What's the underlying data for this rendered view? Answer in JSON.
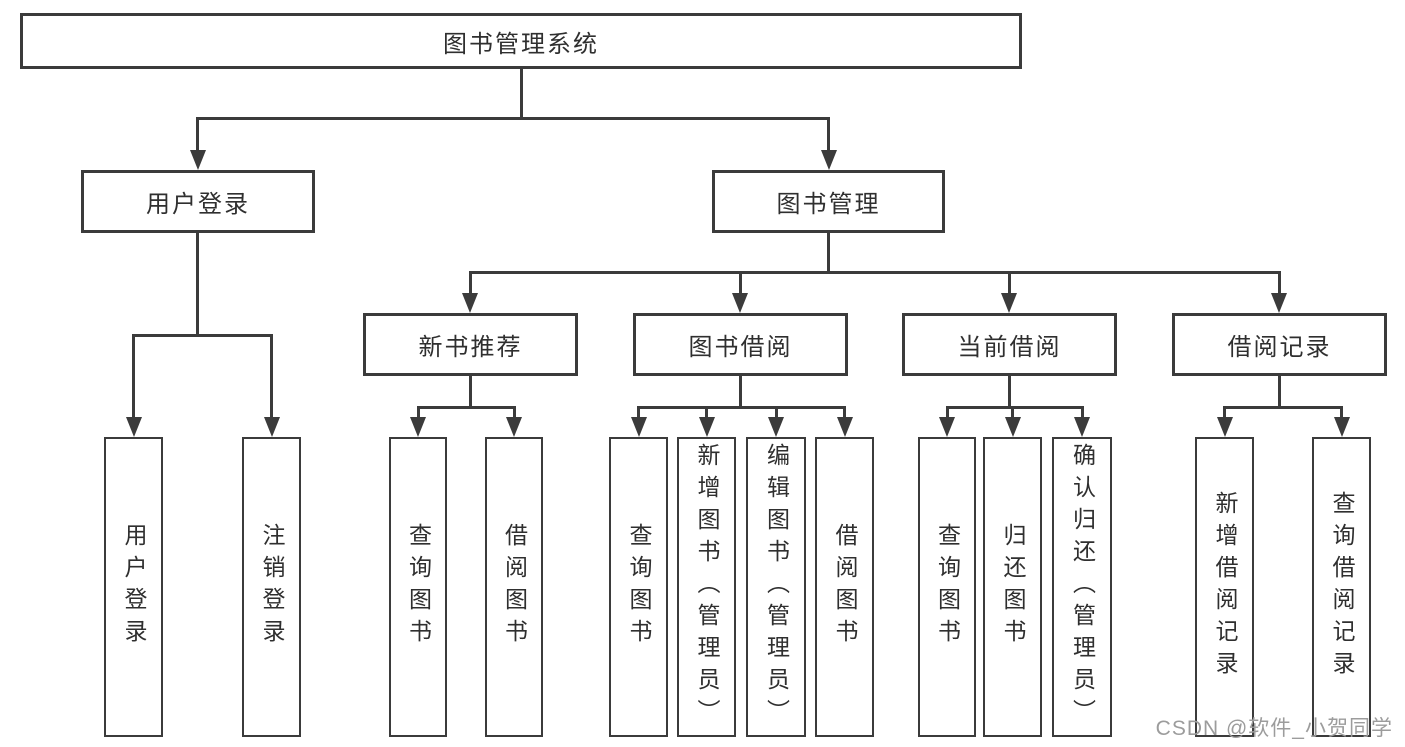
{
  "nodes": {
    "root": "图书管理系统",
    "level2": {
      "user_login": "用户登录",
      "book_mgmt": "图书管理"
    },
    "level3": {
      "new_book": "新书推荐",
      "borrow": "图书借阅",
      "current": "当前借阅",
      "records": "借阅记录"
    },
    "leaves": {
      "user_login": [
        "用户登录",
        "注销登录"
      ],
      "new_book": [
        "查询图书",
        "借阅图书"
      ],
      "borrow": [
        "查询图书",
        "新增图书（管理员）",
        "编辑图书（管理员）",
        "借阅图书"
      ],
      "current": [
        "查询图书",
        "归还图书",
        "确认归还（管理员）"
      ],
      "records": [
        "新增借阅记录",
        "查询借阅记录"
      ]
    }
  },
  "watermark": "CSDN @软件_小贺同学",
  "colors": {
    "line": "#3b3b3b",
    "text": "#2f2f2f",
    "watermark": "#9c9c9c",
    "background": "#ffffff"
  }
}
